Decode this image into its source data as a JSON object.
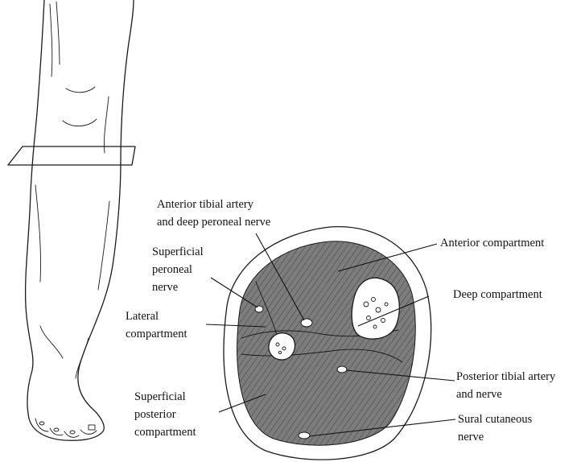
{
  "diagram": {
    "labels": {
      "anterior_tibial": [
        "Anterior tibial artery",
        "and deep peroneal nerve"
      ],
      "superficial_peroneal": [
        "Superficial",
        "peroneal",
        "nerve"
      ],
      "lateral_compartment": [
        "Lateral",
        "compartment"
      ],
      "superficial_posterior": [
        "Superficial",
        "posterior",
        "compartment"
      ],
      "anterior_compartment": [
        "Anterior compartment"
      ],
      "deep_compartment": [
        "Deep compartment"
      ],
      "posterior_tibial": [
        "Posterior tibial artery",
        "and nerve"
      ],
      "sural_cutaneous": [
        "Sural cutaneous",
        "nerve"
      ]
    },
    "colors": {
      "line": "#1a1a1a",
      "muscle_fill": "#7a7a7a",
      "fat_fill": "#e6e6e6",
      "bone_fill": "#ffffff"
    }
  }
}
